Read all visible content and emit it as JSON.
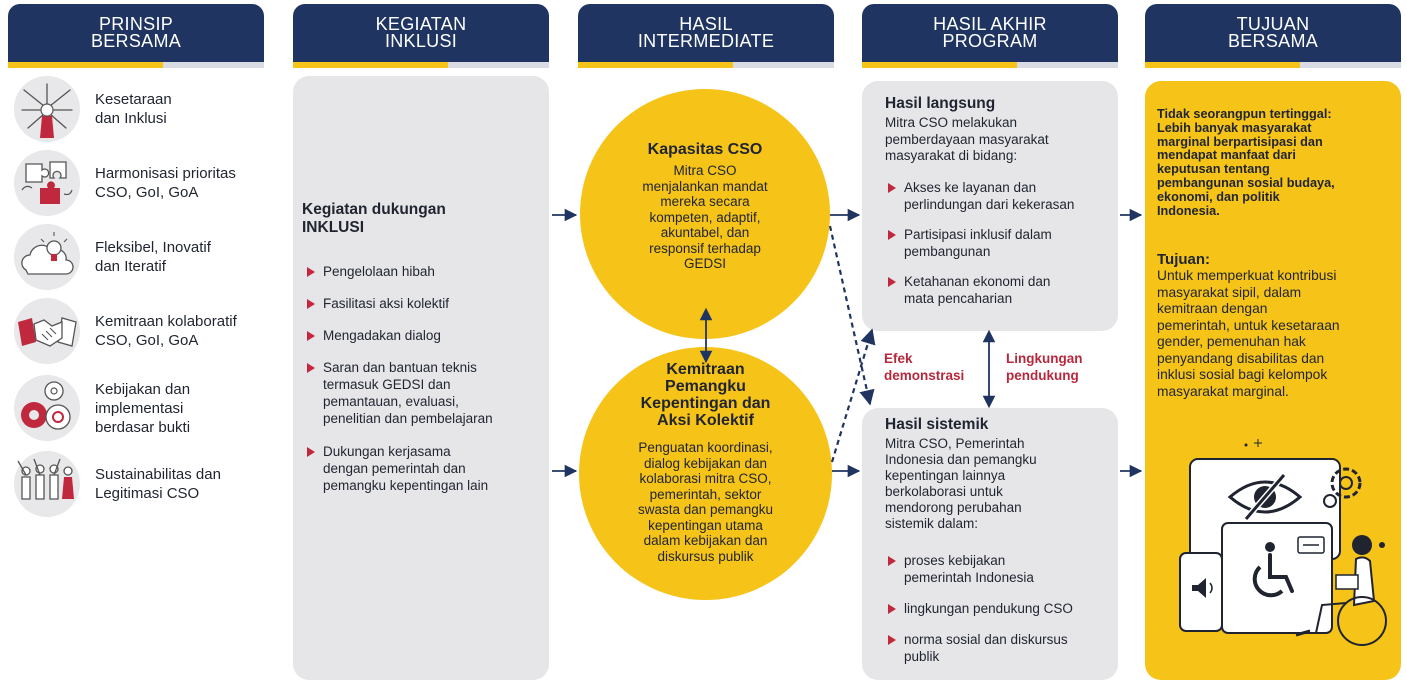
{
  "headers": [
    {
      "line1": "PRINSIP",
      "line2": "BERSAMA"
    },
    {
      "line1": "KEGIATAN",
      "line2": "INKLUSI"
    },
    {
      "line1": "HASIL",
      "line2": "INTERMEDIATE"
    },
    {
      "line1": "HASIL AKHIR",
      "line2": "PROGRAM"
    },
    {
      "line1": "TUJUAN",
      "line2": "BERSAMA"
    }
  ],
  "principles": [
    {
      "label": "Kesetaraan\ndan Inklusi",
      "icon": "hands-together-icon"
    },
    {
      "label": "Harmonisasi prioritas\nCSO, GoI, GoA",
      "icon": "puzzle-pieces-icon"
    },
    {
      "label": "Fleksibel, Inovatif\ndan Iteratif",
      "icon": "lightbulb-cloud-icon"
    },
    {
      "label": "Kemitraan kolaboratif\nCSO, GoI, GoA",
      "icon": "handshake-icon"
    },
    {
      "label": "Kebijakan dan\nimplementasi\nberdasar bukti",
      "icon": "gears-icon"
    },
    {
      "label": "Sustainabilitas dan\nLegitimasi CSO",
      "icon": "people-row-icon"
    }
  ],
  "activities": {
    "title": "Kegiatan dukungan\nINKLUSI",
    "items": [
      "Pengelolaan hibah",
      "Fasilitasi aksi kolektif",
      "Mengadakan dialog",
      "Saran dan bantuan teknis\ntermasuk GEDSI dan\npemantauan, evaluasi,\npenelitian dan pembelajaran",
      "Dukungan kerjasama\ndengan pemerintah dan\npemangku kepentingan lain"
    ]
  },
  "intermediate": {
    "cso": {
      "title": "Kapasitas CSO",
      "body": "Mitra CSO\nmenjalankan mandat\nmereka secara\nkompeten, adaptif,\nakuntabel, dan\nresponsif terhadap\nGEDSI"
    },
    "partnership": {
      "title": "Kemitraan\nPemangku\nKepentingan dan\nAksi Kolektif",
      "body": "Penguatan koordinasi,\ndialog kebijakan dan\nkolaborasi mitra CSO,\npemerintah, sektor\nswasta dan pemangku\nkepentingan utama\ndalam kebijakan dan\ndiskursus publik"
    }
  },
  "outcomes": {
    "direct": {
      "title": "Hasil langsung",
      "intro": "Mitra CSO melakukan\npemberdayaan masyarakat\nmasyarakat di bidang:",
      "items": [
        "Akses ke layanan dan\nperlindungan dari kekerasan",
        "Partisipasi inklusif dalam\npembangunan",
        "Ketahanan ekonomi dan\nmata pencaharian"
      ]
    },
    "demo_label": "Efek\ndemonstrasi",
    "env_label": "Lingkungan\npendukung",
    "systemic": {
      "title": "Hasil sistemik",
      "intro": "Mitra CSO, Pemerintah\nIndonesia dan pemangku\nkepentingan lainnya\nberkolaborasi untuk\nmendorong perubahan\nsistemik dalam:",
      "items": [
        "proses kebijakan\npemerintah Indonesia",
        "lingkungan pendukung CSO",
        "norma sosial dan diskursus\npublik"
      ]
    }
  },
  "goal": {
    "statement": "Tidak seorangpun tertinggal:\nLebih banyak masyarakat\nmarginal berpartisipasi dan\nmendapat manfaat dari\nkeputusan tentang\npembangunan sosial budaya,\nekonomi, dan politik\nIndonesia.",
    "tujuan_title": "Tujuan:",
    "tujuan_body": "Untuk memperkuat kontribusi\nmasyarakat sipil, dalam\nkemitraan dengan\npemerintah, untuk kesetaraan\ngender, pemenuhan hak\npenyandang disabilitas dan\ninklusi sosial bagi kelompok\nmasyarakat marginal.",
    "illustration": "accessibility-illustration"
  },
  "colors": {
    "navy": "#1f3461",
    "yellow": "#f6c319",
    "grey_panel": "#e6e6e8",
    "red_accent": "#c0283d"
  }
}
